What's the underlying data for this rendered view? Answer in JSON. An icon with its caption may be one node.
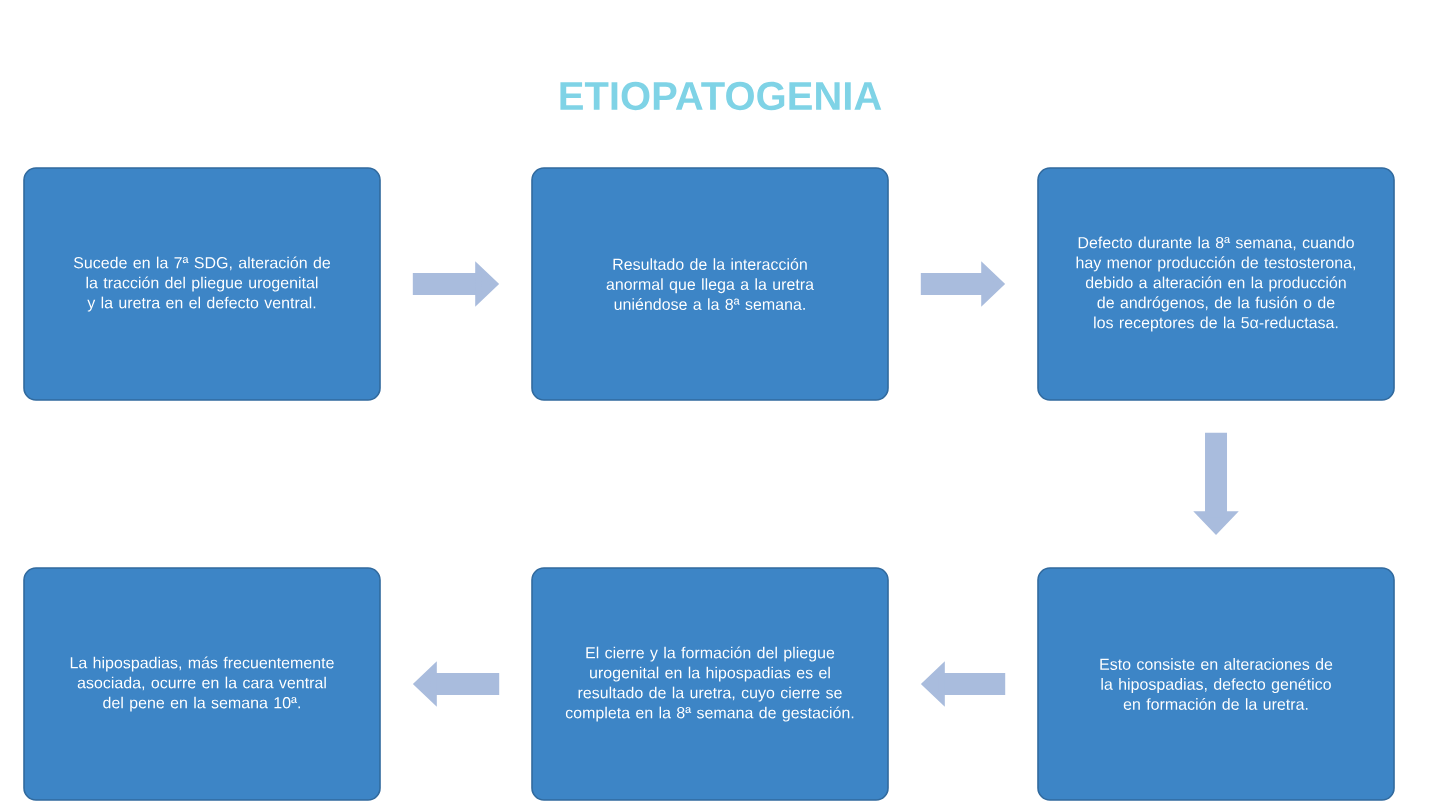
{
  "diagram": {
    "title": "ETIOPATOGENIA",
    "nodes": [
      {
        "text": [
          "Sucede en la 7ª SDG, alteración de la tracción del pliegue urogenital y la uretra en el defecto ventral."
        ]
      },
      {
        "text": [
          "Resultado de la interacción anormal que llega a la uretra uniéndose a la 8ª semana."
        ]
      },
      {
        "text": [
          "Defecto durante la 8ª semana, cuando hay menor producción de testosterona, debido a alteración en la producción de andrógenos, de la fusión o de los receptores de la 5α-reductasa."
        ]
      },
      {
        "text": [
          "Esto consiste en alteraciones de la hipospadias, defecto genético en formación de la uretra."
        ]
      },
      {
        "text": [
          "El cierre y la formación del pliegue urogenital en la hipospadias es el resultado de la uretra, cuyo cierre se completa en la 8ª semana de gestación."
        ]
      },
      {
        "text": [
          "La hipospadias, más frecuentemente asociada, ocurre en la cara ventral del pene en la semana 10ª."
        ]
      }
    ],
    "edges": [
      {
        "from": 0,
        "to": 1,
        "arrow": "to"
      },
      {
        "from": 1,
        "to": 2,
        "arrow": "to"
      },
      {
        "from": 2,
        "to": 3,
        "arrow": "to"
      },
      {
        "from": 3,
        "to": 4,
        "arrow": "to"
      },
      {
        "from": 4,
        "to": 5,
        "arrow": "to"
      }
    ]
  }
}
